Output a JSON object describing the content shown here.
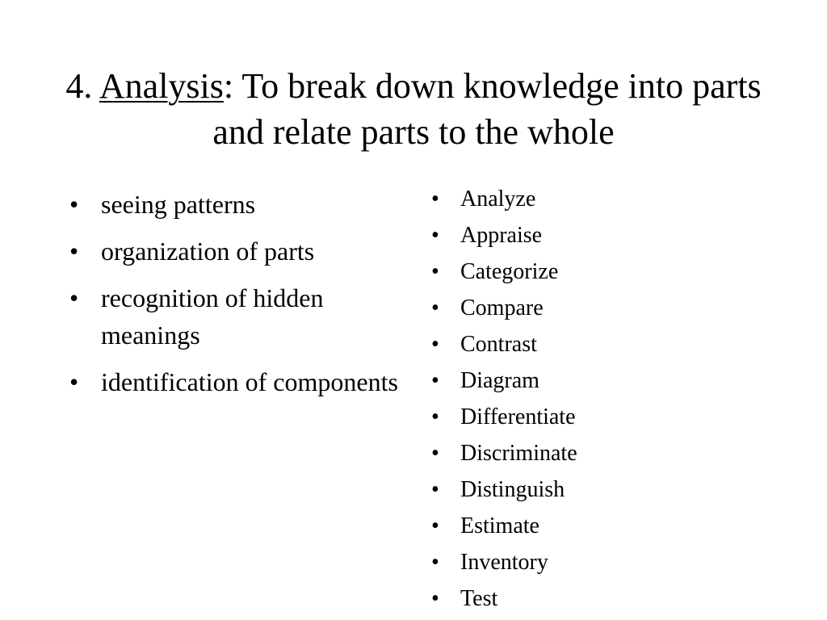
{
  "slide": {
    "title": {
      "number": "4.",
      "keyword": "Analysis",
      "rest": ": To break down knowledge into parts and relate parts to the whole"
    },
    "left_items": [
      "seeing patterns",
      "organization of parts",
      "recognition of hidden meanings",
      "identification of components"
    ],
    "right_items": [
      "Analyze",
      "Appraise",
      "Categorize",
      "Compare",
      "Contrast",
      "Diagram",
      "Differentiate",
      "Discriminate",
      "Distinguish",
      "Estimate",
      "Inventory",
      "Test"
    ]
  }
}
